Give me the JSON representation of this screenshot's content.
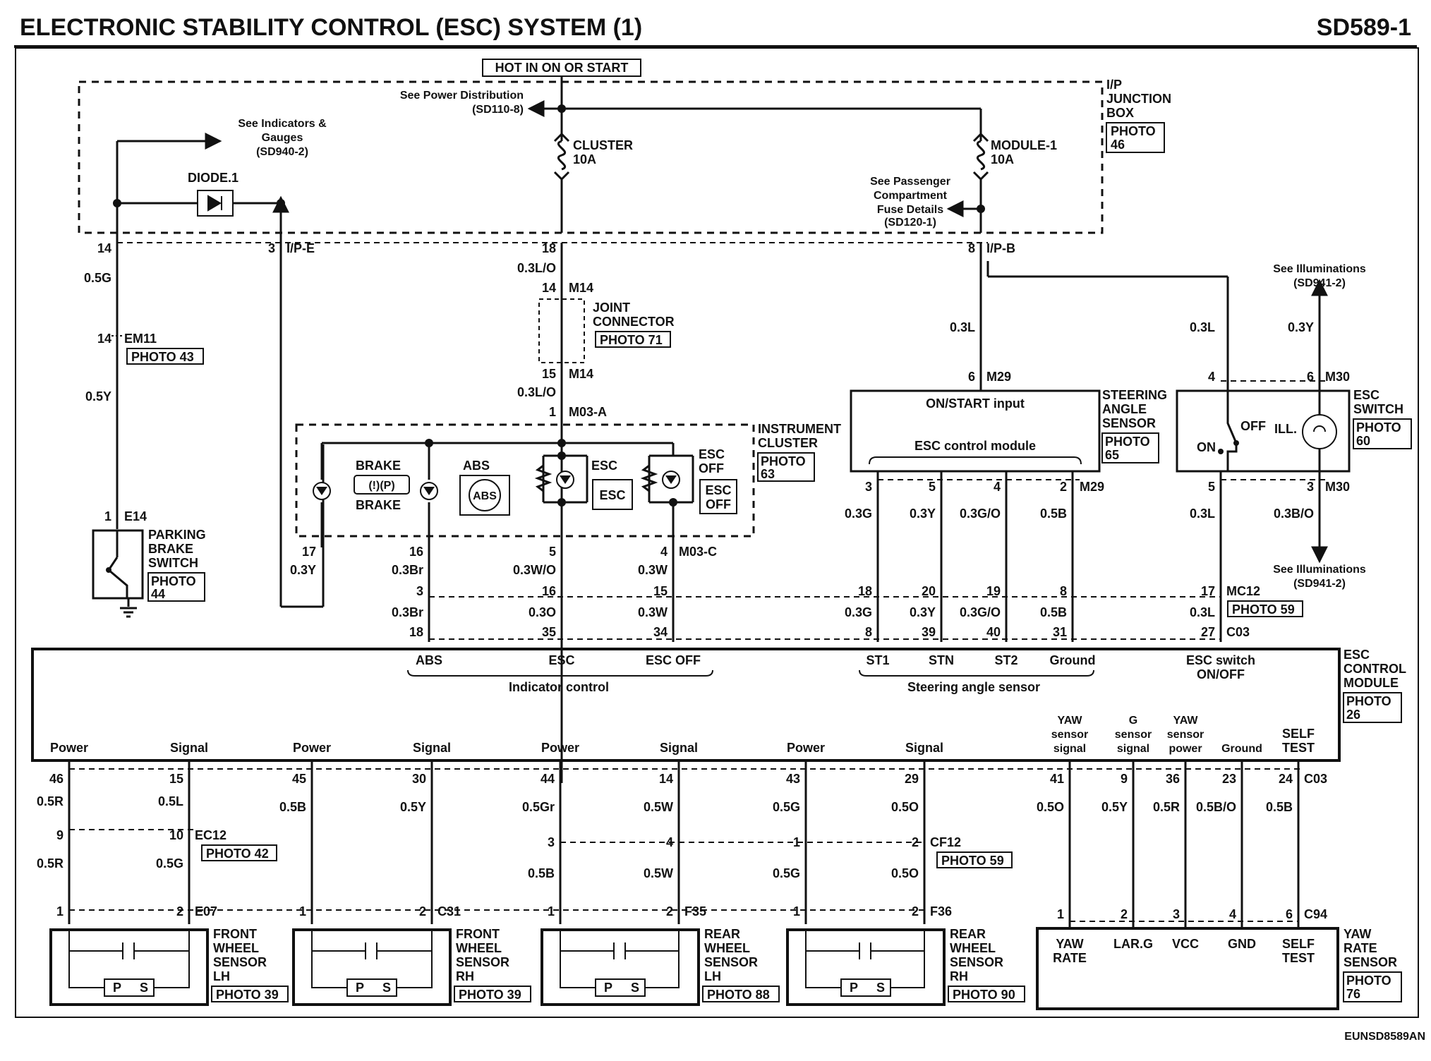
{
  "title": "ELECTRONIC STABILITY CONTROL (ESC) SYSTEM (1)",
  "sheet_id": "SD589-1",
  "footer_code": "EUNSD8589AN",
  "hot_label": "HOT IN ON OR START",
  "junction_box": {
    "l1": "I/P",
    "l2": "JUNCTION",
    "l3": "BOX",
    "photo": "PHOTO",
    "photo_no": "46"
  },
  "refs": {
    "power_dist": {
      "l1": "See Power Distribution",
      "l2": "(SD110-8)"
    },
    "indicators": {
      "l1": "See Indicators &",
      "l2": "Gauges",
      "l3": "(SD940-2)"
    },
    "passenger": {
      "l1": "See Passenger",
      "l2": "Compartment",
      "l3": "Fuse Details",
      "l4": "(SD120-1)"
    },
    "illum_top": {
      "l1": "See Illuminations",
      "l2": "(SD941-2)"
    },
    "illum_bot": {
      "l1": "See Illuminations",
      "l2": "(SD941-2)"
    }
  },
  "fuses": {
    "cluster": {
      "name": "CLUSTER",
      "rating": "10A"
    },
    "module": {
      "name": "MODULE-1",
      "rating": "10A"
    }
  },
  "diode": "DIODE.1",
  "connectors": {
    "ipe": "I/P-E",
    "ipb": "I/P-B",
    "em11": "EM11",
    "e14": "E14",
    "m14a": "M14",
    "m14b": "M14",
    "m03a": "M03-A",
    "m03c": "M03-C",
    "m29a": "M29",
    "m29b": "M29",
    "m30a": "M30",
    "m30b": "M30",
    "mc12": "MC12",
    "c03a": "C03",
    "c03b": "C03",
    "ec12": "EC12",
    "cf12": "CF12",
    "e07": "E07",
    "c31": "C31",
    "f35": "F35",
    "f36": "F36",
    "c94": "C94"
  },
  "pins": {
    "p14a": "14",
    "p3": "3",
    "p18a": "18",
    "p8a": "8",
    "p14b": "14",
    "p14c": "14",
    "p15": "15",
    "p1a": "1",
    "p1b": "1",
    "p17": "17",
    "p16a": "16",
    "p5": "5",
    "p4": "4",
    "p3b": "3",
    "p16b": "16",
    "p15b": "15",
    "p18b": "18",
    "p35": "35",
    "p34": "34",
    "p6a": "6",
    "p3c": "3",
    "p5b": "5",
    "p4b": "4",
    "p2a": "2",
    "p18c": "18",
    "p20": "20",
    "p19": "19",
    "p8b": "8",
    "p8c": "8",
    "p39": "39",
    "p40": "40",
    "p31": "31",
    "p4c": "4",
    "p6b": "6",
    "p5c": "5",
    "p3d": "3",
    "p17b": "17",
    "p27": "27",
    "p46": "46",
    "p15c": "15",
    "p45": "45",
    "p30": "30",
    "p44": "44",
    "p14d": "14",
    "p43": "43",
    "p29": "29",
    "p41": "41",
    "p9": "9",
    "p36": "36",
    "p23": "23",
    "p24": "24",
    "p9b": "9",
    "p10": "10",
    "p3e": "3",
    "p4d": "4",
    "p1c": "1",
    "p2b": "2",
    "p1d": "1",
    "p2c": "2",
    "p1e": "1",
    "p2d": "2",
    "p1f": "1",
    "p2e": "2",
    "p1g": "1",
    "p2f": "2",
    "p1h": "1",
    "p2g": "2",
    "p3f": "3",
    "p4e": "4",
    "p6c": "6"
  },
  "wires": {
    "w1": "0.5G",
    "w2": "0.5Y",
    "w3": "0.3L/O",
    "w4": "0.3L/O",
    "w5": "0.3L",
    "w6": "0.3L",
    "w7": "0.3Y",
    "w8": "0.3Y",
    "w9": "0.3Br",
    "w10": "0.3W/O",
    "w11": "0.3W",
    "w12": "0.3Br",
    "w13": "0.3O",
    "w14": "0.3W",
    "w15": "0.3G",
    "w16": "0.3Y",
    "w17": "0.3G/O",
    "w18": "0.5B",
    "w19": "0.3G",
    "w20": "0.3Y",
    "w21": "0.3G/O",
    "w22": "0.5B",
    "w23": "0.3L",
    "w24": "0.3B/O",
    "w25": "0.3L",
    "w26": "0.5R",
    "w27": "0.5L",
    "w28": "0.5R",
    "w29": "0.5G",
    "w30": "0.5B",
    "w31": "0.5Y",
    "w32": "0.5Gr",
    "w33": "0.5W",
    "w34": "0.5B",
    "w35": "0.5W",
    "w36": "0.5G",
    "w37": "0.5O",
    "w38": "0.5G",
    "w39": "0.5O",
    "w40": "0.5O",
    "w41": "0.5Y",
    "w42": "0.5R",
    "w43": "0.5B/O",
    "w44": "0.5B"
  },
  "photos": {
    "em11": "PHOTO 43",
    "joint": "PHOTO 71",
    "ec12": "PHOTO 42",
    "cf12": "PHOTO 59",
    "mc12": "PHOTO 59",
    "fl": "PHOTO 39",
    "fr": "PHOTO 39",
    "rl": "PHOTO 88",
    "rr": "PHOTO 90"
  },
  "components": {
    "joint": {
      "l1": "JOINT",
      "l2": "CONNECTOR"
    },
    "cluster": {
      "l1": "INSTRUMENT",
      "l2": "CLUSTER",
      "photo": "PHOTO",
      "photo_no": "63",
      "brake": "BRAKE",
      "brake_sym": "(!)(P)",
      "brake2": "BRAKE",
      "abs": "ABS",
      "abs_sym": "ABS",
      "esc": "ESC",
      "esc_box": "ESC",
      "escoff": "ESC",
      "escoff2": "OFF",
      "escoff_box1": "ESC",
      "escoff_box2": "OFF"
    },
    "parking": {
      "l1": "PARKING",
      "l2": "BRAKE",
      "l3": "SWITCH",
      "photo": "PHOTO",
      "photo_no": "44"
    },
    "steering": {
      "l1": "STEERING",
      "l2": "ANGLE",
      "l3": "SENSOR",
      "photo": "PHOTO",
      "photo_no": "65",
      "input": "ON/START input",
      "module": "ESC control module"
    },
    "esc_switch": {
      "l1": "ESC",
      "l2": "SWITCH",
      "photo": "PHOTO",
      "photo_no": "60",
      "off": "OFF",
      "on": "ON",
      "ill": "ILL."
    },
    "module": {
      "l1": "ESC",
      "l2": "CONTROL",
      "l3": "MODULE",
      "photo": "PHOTO",
      "photo_no": "26",
      "abs": "ABS",
      "esc": "ESC",
      "escoff": "ESC OFF",
      "indicator": "Indicator control",
      "st1": "ST1",
      "stn": "STN",
      "st2": "ST2",
      "ground": "Ground",
      "steer": "Steering angle sensor",
      "escsw1": "ESC switch",
      "escsw2": "ON/OFF",
      "power": "Power",
      "signal": "Signal",
      "yaw1": "YAW",
      "yaw1b": "sensor",
      "yaw1c": "signal",
      "g1": "G",
      "g1b": "sensor",
      "g1c": "signal",
      "yaw2": "YAW",
      "yaw2b": "sensor",
      "yaw2c": "power",
      "gnd": "Ground",
      "self1": "SELF",
      "self2": "TEST"
    },
    "fl": {
      "l1": "FRONT",
      "l2": "WHEEL",
      "l3": "SENSOR",
      "l4": "LH"
    },
    "fr": {
      "l1": "FRONT",
      "l2": "WHEEL",
      "l3": "SENSOR",
      "l4": "RH"
    },
    "rl": {
      "l1": "REAR",
      "l2": "WHEEL",
      "l3": "SENSOR",
      "l4": "LH"
    },
    "rr": {
      "l1": "REAR",
      "l2": "WHEEL",
      "l3": "SENSOR",
      "l4": "RH"
    },
    "ps": {
      "p": "P",
      "s": "S"
    },
    "yaw_sensor": {
      "l1": "YAW",
      "l2": "RATE",
      "l3": "SENSOR",
      "photo": "PHOTO",
      "photo_no": "76",
      "yaw": "YAW",
      "rate": "RATE",
      "larg": "LAR.G",
      "vcc": "VCC",
      "gnd": "GND",
      "self1": "SELF",
      "self2": "TEST"
    }
  }
}
